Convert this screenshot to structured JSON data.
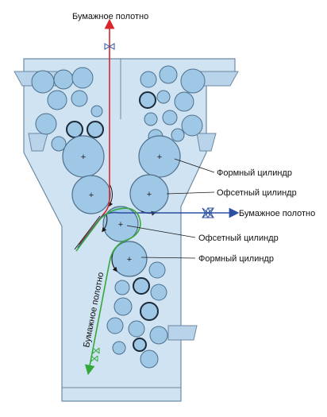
{
  "labels": {
    "web_top": "Бумажное полотно",
    "plate_cyl_upper_right": "Формный цилиндр",
    "offset_cyl_upper_right": "Офсетный цилиндр",
    "web_right": "Бумажное полотно",
    "offset_cyl_lower": "Офсетный цилиндр",
    "plate_cyl_lower": "Формный цилиндр",
    "web_lower_left": "Бумажное полотно"
  },
  "colors": {
    "frame_fill": "#cfe3f3",
    "frame_stroke": "#6d8aa2",
    "roller_fill": "#9fc7e6",
    "roller_stroke": "#4e6f8a",
    "dark_roller_stroke": "#1b2a36",
    "web_red": "#d9262c",
    "web_blue": "#2c4fa3",
    "web_green": "#35a83a",
    "rotation_arrow": "#1a1a1a"
  },
  "icons": {
    "cross_mark": "plus-icon",
    "web_guide": "bowtie-icon",
    "direction": "arrow-icon"
  }
}
